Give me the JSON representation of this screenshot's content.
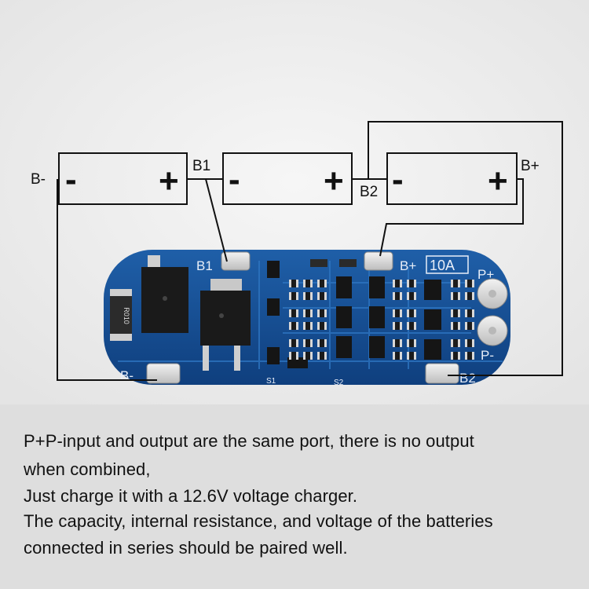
{
  "diagram": {
    "batteries": [
      {
        "minus": "-",
        "plus": "+"
      },
      {
        "minus": "-",
        "plus": "+"
      },
      {
        "minus": "-",
        "plus": "+"
      }
    ],
    "wire_labels": {
      "b_minus": "B-",
      "b1": "B1",
      "b2": "B2",
      "b_plus": "B+"
    }
  },
  "board": {
    "pad_labels": {
      "b1": "B1",
      "b_plus": "B+",
      "b_minus": "B-",
      "b2": "B2",
      "p_plus": "P+",
      "p_minus": "P-"
    },
    "current_rating": "10A",
    "resistor_marking": "R010",
    "switch_labels": [
      "S1",
      "S2"
    ]
  },
  "caption": {
    "lines": [
      "P+P-input and output are the same port, there is no output",
      "when combined,",
      "Just charge it with a 12.6V voltage charger.",
      "The capacity, internal resistance, and voltage of the batteries",
      "connected in series should be paired well."
    ]
  }
}
